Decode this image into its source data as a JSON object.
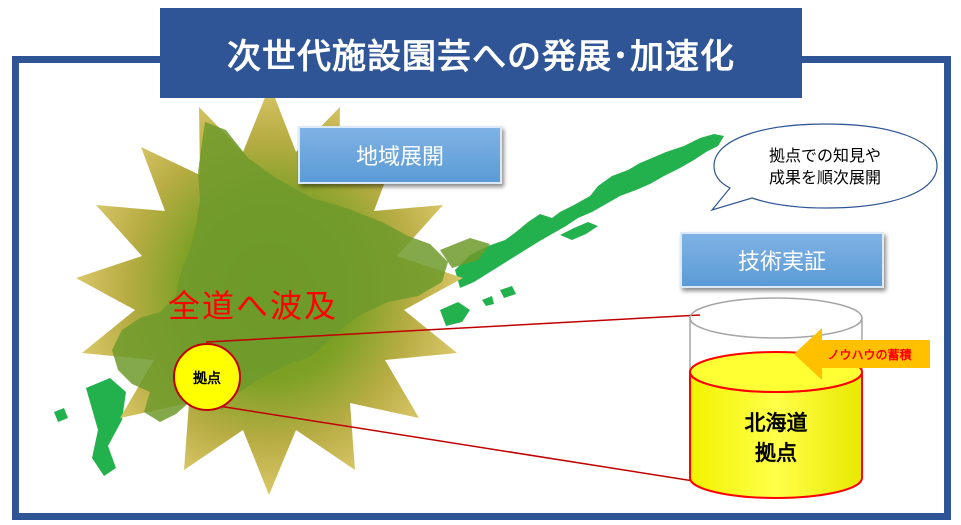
{
  "header": {
    "title": "次世代施設園芸への発展･加速化"
  },
  "labels": {
    "regional_expansion": "地域展開",
    "tech_demo": "技術実証",
    "spread": "全道へ波及",
    "base": "拠点",
    "knowhow": "ノウハウの蓄積"
  },
  "bubble": {
    "line1": "拠点での知見や",
    "line2": "成果を順次展開"
  },
  "cylinder": {
    "line1": "北海道",
    "line2": "拠点"
  },
  "colors": {
    "frame": "#2f5597",
    "map_green": "#22b14c",
    "burst_gold": "#c9b24a",
    "label_blue": "#5b9bd5",
    "cylinder_yellow": "#ffff00",
    "arrow_orange": "#ffc000",
    "connector_red": "#c00000"
  }
}
